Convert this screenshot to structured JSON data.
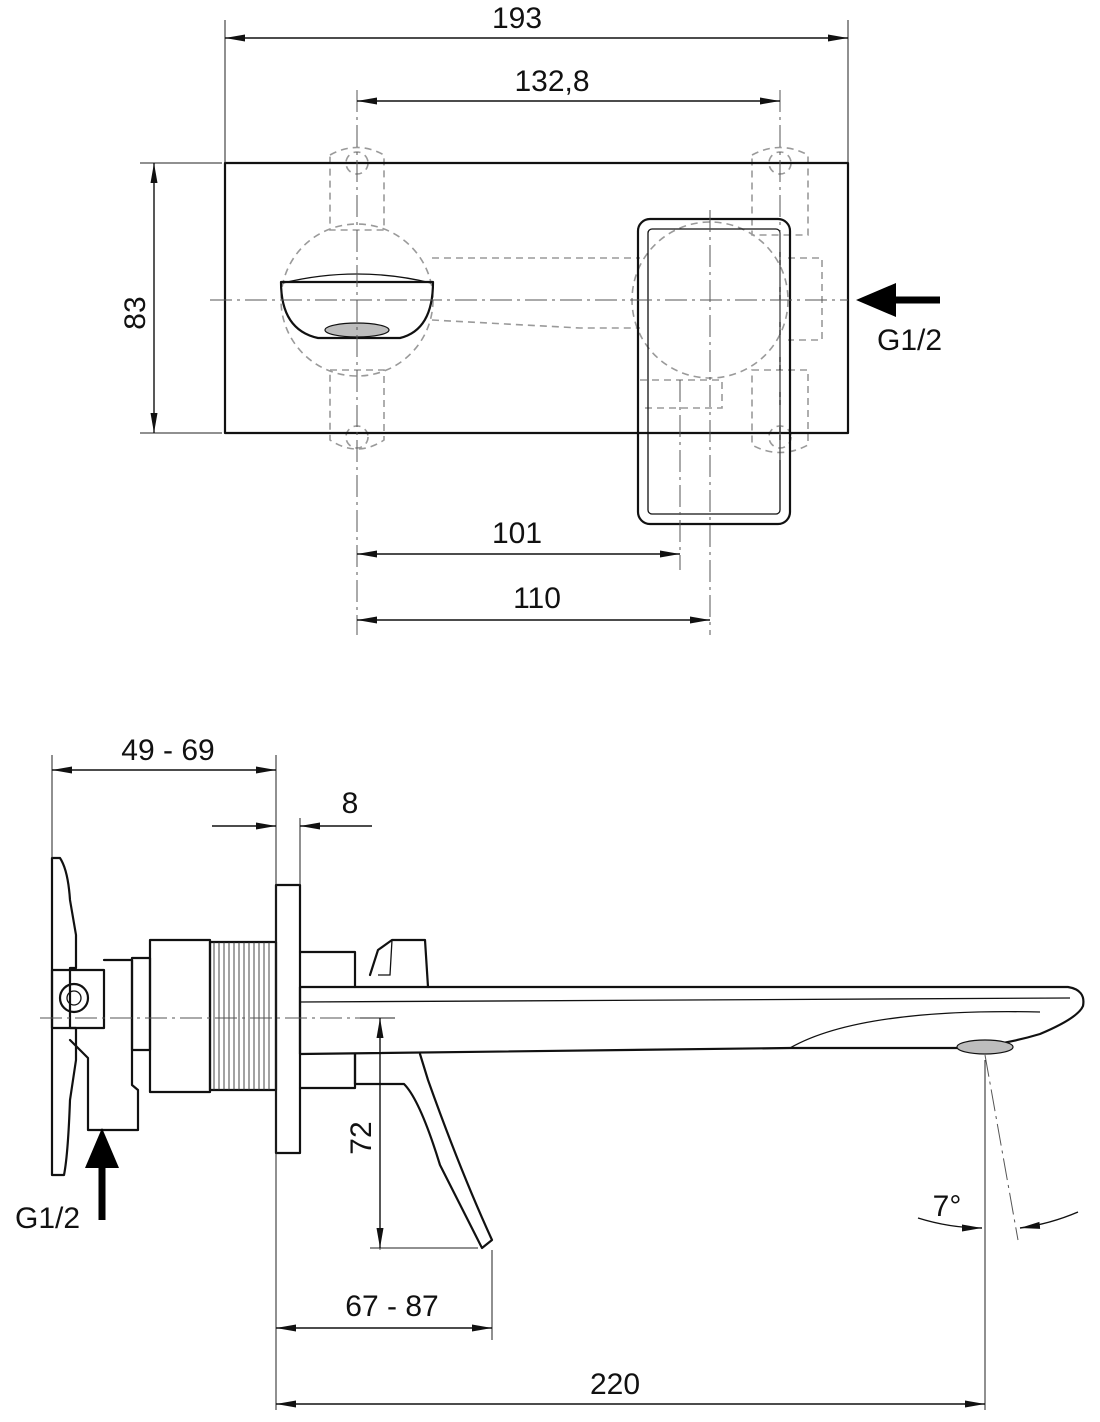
{
  "top_view": {
    "dim_overall_width": "193",
    "dim_hole_spacing": "132,8",
    "dim_height": "83",
    "dim_spout_to_lever": "101",
    "dim_spout_to_lever_axis": "110",
    "inlet_label": "G1/2"
  },
  "side_view": {
    "dim_wall_depth": "49 - 69",
    "dim_plate_thickness": "8",
    "dim_lever_drop": "72",
    "dim_lever_reach": "67 - 87",
    "dim_spout_projection": "220",
    "dim_spray_angle": "7°",
    "inlet_label": "G1/2"
  }
}
